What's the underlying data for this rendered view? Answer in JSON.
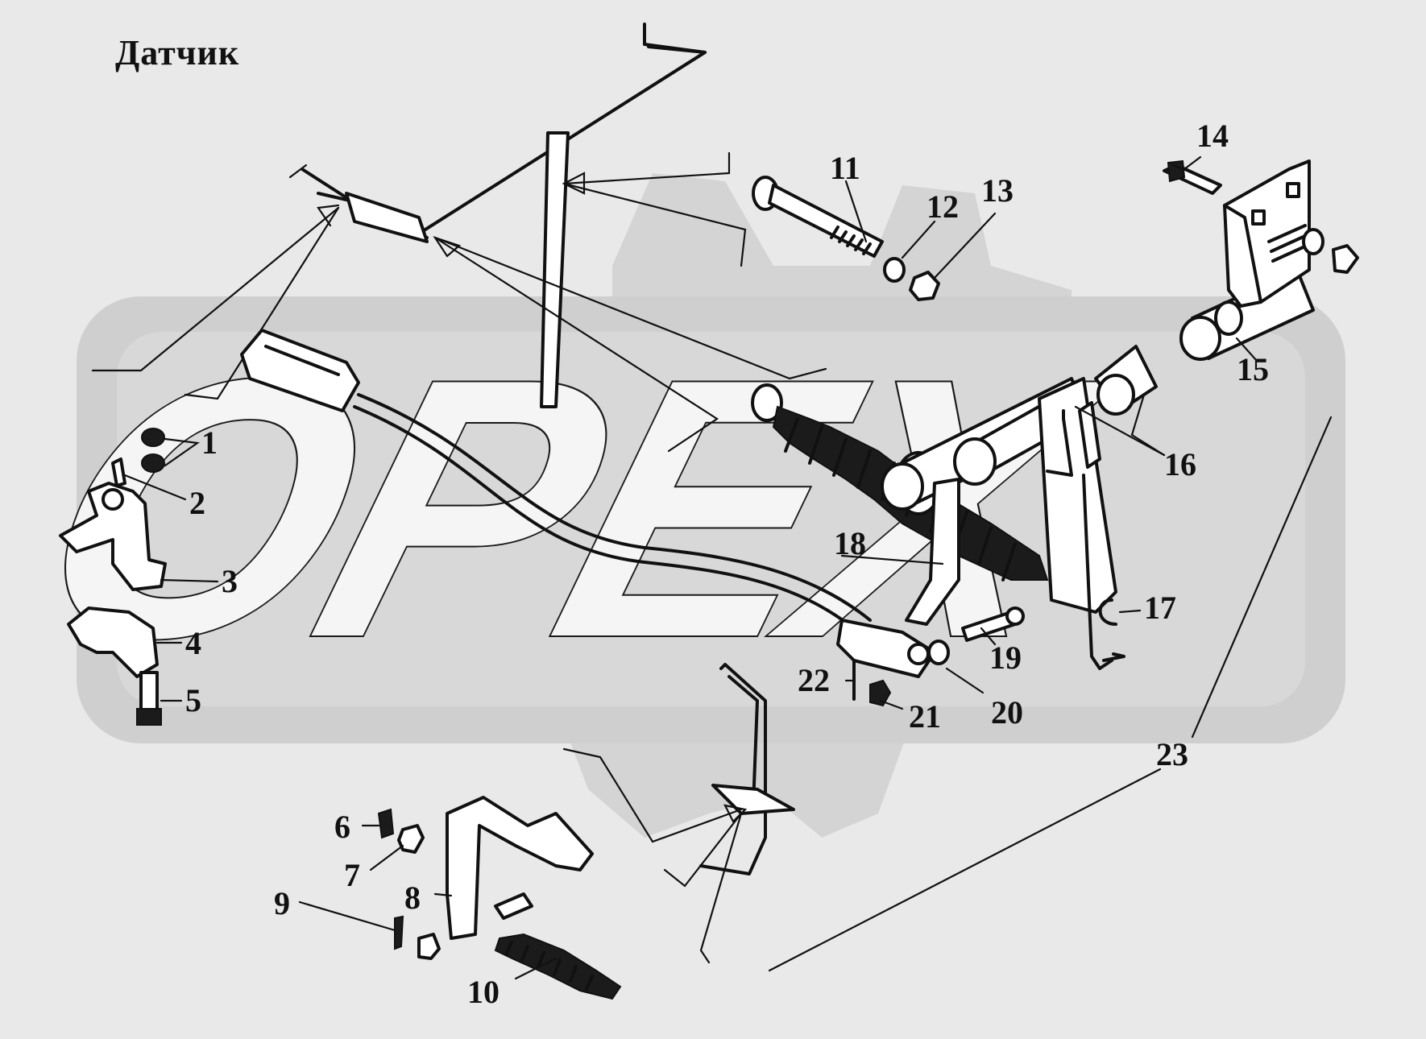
{
  "title": "Датчик",
  "watermark": {
    "text": "ОРЕХ"
  },
  "callouts": [
    {
      "id": "1",
      "label": "1"
    },
    {
      "id": "2",
      "label": "2"
    },
    {
      "id": "3",
      "label": "3"
    },
    {
      "id": "4",
      "label": "4"
    },
    {
      "id": "5",
      "label": "5"
    },
    {
      "id": "6",
      "label": "6"
    },
    {
      "id": "7",
      "label": "7"
    },
    {
      "id": "8",
      "label": "8"
    },
    {
      "id": "9",
      "label": "9"
    },
    {
      "id": "10",
      "label": "10"
    },
    {
      "id": "11",
      "label": "11"
    },
    {
      "id": "12",
      "label": "12"
    },
    {
      "id": "13",
      "label": "13"
    },
    {
      "id": "14",
      "label": "14"
    },
    {
      "id": "15",
      "label": "15"
    },
    {
      "id": "16",
      "label": "16"
    },
    {
      "id": "17",
      "label": "17"
    },
    {
      "id": "18",
      "label": "18"
    },
    {
      "id": "19",
      "label": "19"
    },
    {
      "id": "20",
      "label": "20"
    },
    {
      "id": "21",
      "label": "21"
    },
    {
      "id": "22",
      "label": "22"
    },
    {
      "id": "23",
      "label": "23"
    }
  ]
}
